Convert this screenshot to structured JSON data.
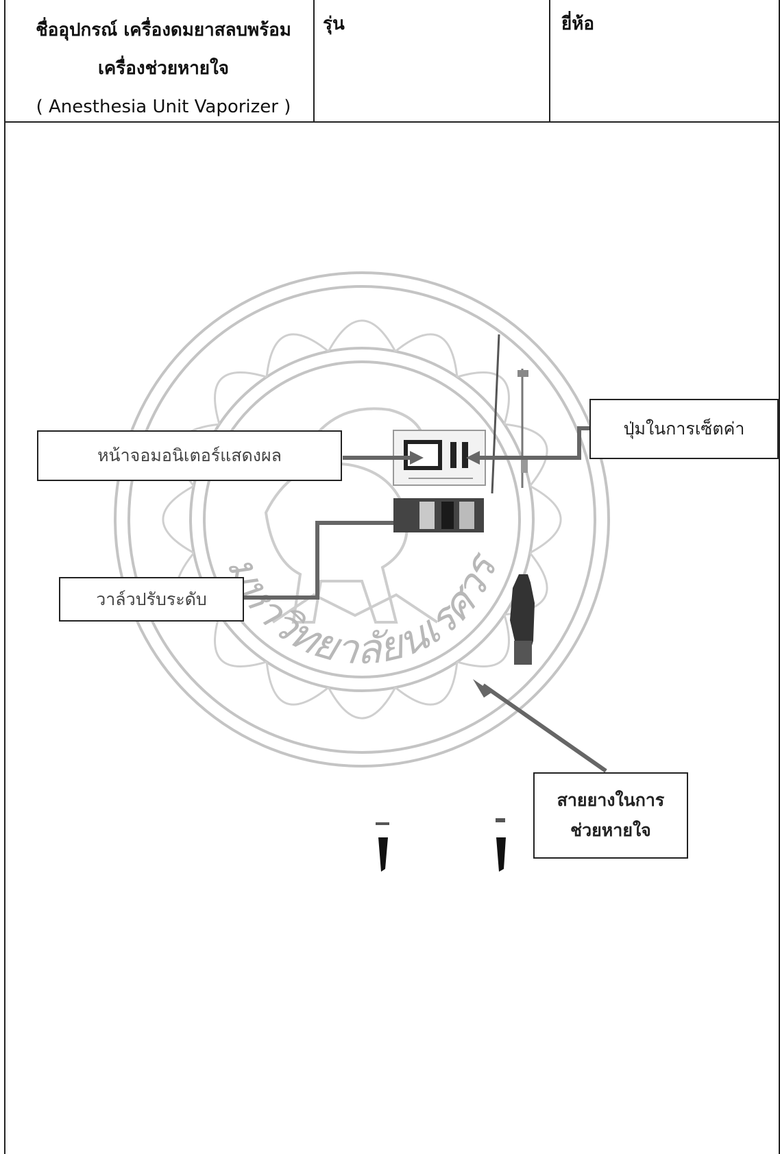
{
  "header": {
    "name_label_line1": "ชื่ออุปกรณ์ เครื่องดมยาสลบพร้อม",
    "name_label_line2": "เครื่องช่วยหายใจ",
    "name_label_line3": "( Anesthesia Unit Vaporizer )",
    "model_label": "รุ่น",
    "brand_label": "ยี่ห้อ"
  },
  "callouts": {
    "display_label": "หน้าจอมอนิเตอร์แสดงผล",
    "button_label": "ปุ่มในการเซ็ตค่า",
    "valve_label": "วาล์วปรับระดับ",
    "hose_label_line1": "สายยางในการ",
    "hose_label_line2": "ช่วยหายใจ"
  },
  "watermark": {
    "arc_text": "มหาวิทยาลัยนเรศวร"
  },
  "colors": {
    "border": "#222222",
    "arrow": "#666666",
    "watermark": "#c4c4c4"
  }
}
